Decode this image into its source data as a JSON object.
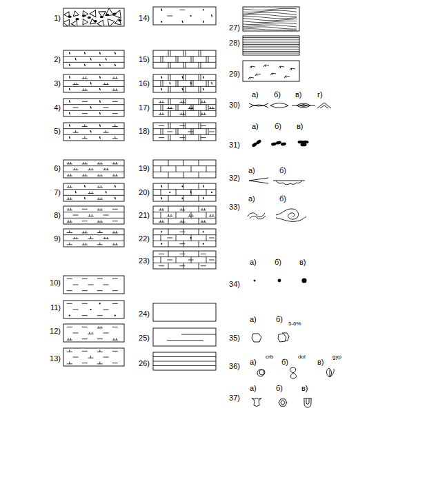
{
  "diagram": {
    "labels": [
      "1)",
      "2)",
      "3)",
      "4)",
      "5)",
      "6)",
      "7)",
      "8)",
      "9)",
      "10)",
      "11)",
      "12)",
      "13)",
      "14)",
      "15)",
      "16)",
      "17)",
      "18)",
      "19)",
      "20)",
      "21)",
      "22)",
      "23)",
      "24)",
      "25)",
      "26)",
      "27)",
      "28)",
      "29)",
      "30)",
      "а)",
      "б)",
      "в)",
      "г)",
      "31)",
      "а)",
      "б)",
      "в)",
      "32)",
      "а)",
      "б)",
      "33)",
      "а)",
      "б)",
      "34)",
      "а)",
      "б)",
      "в)",
      "35)",
      "а)",
      "б)",
      "5-6%",
      "36)",
      "а)",
      "crb",
      "б)",
      "dol",
      "в)",
      "gyp",
      "37)",
      "а)",
      "б)",
      "в)"
    ]
  }
}
